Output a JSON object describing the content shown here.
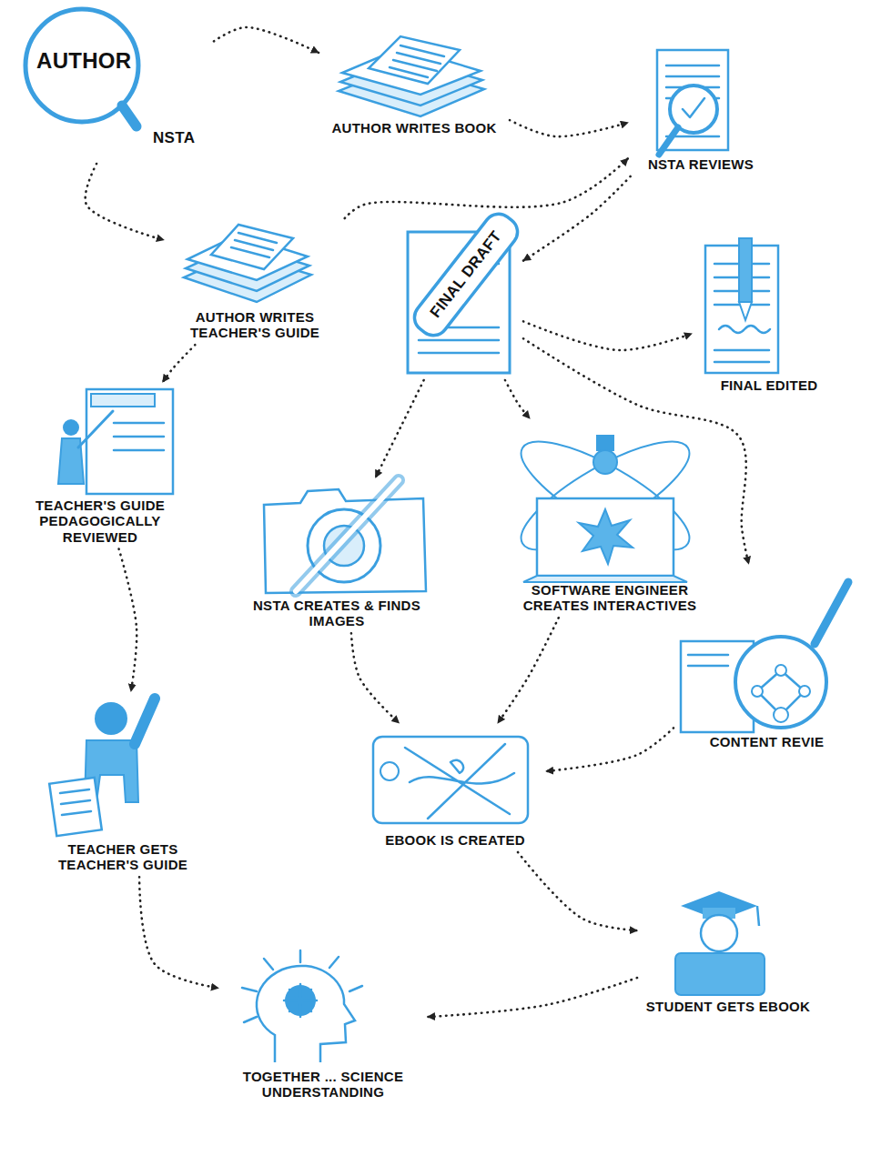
{
  "diagram": {
    "nodes": [
      {
        "text": [
          "AUTHOR",
          "NSTA"
        ]
      },
      {
        "text": [
          "AUTHOR WRITES BOOK"
        ]
      },
      {
        "text": [
          "NSTA REVIEWS"
        ]
      },
      {
        "text": [
          "AUTHOR WRITES TEACHER'S GUIDE"
        ]
      },
      {
        "text": [
          "FINAL DRAFT"
        ]
      },
      {
        "text": [
          "FINAL EDITED"
        ]
      },
      {
        "text": [
          "TEACHER'S GUIDE PEDAGOGICALLY REVIEWED"
        ]
      },
      {
        "text": [
          "NSTA CREATES & FINDS IMAGES"
        ]
      },
      {
        "text": [
          "SOFTWARE ENGINEER CREATES INTERACTIVES"
        ]
      },
      {
        "text": [
          "CONTENT REVIE"
        ]
      },
      {
        "text": [
          "TEACHER GETS TEACHER'S GUIDE"
        ]
      },
      {
        "text": [
          "EBOOK IS CREATED"
        ]
      },
      {
        "text": [
          "STUDENT GETS EBOOK"
        ]
      },
      {
        "text": [
          "TOGETHER ... SCIENCE UNDERSTANDING"
        ]
      }
    ],
    "edges": [
      {
        "from": 0,
        "to": 1,
        "arrow": "to"
      },
      {
        "from": 0,
        "to": 3,
        "arrow": "to"
      },
      {
        "from": 1,
        "to": 2,
        "arrow": "to"
      },
      {
        "from": 3,
        "to": 2,
        "arrow": "to"
      },
      {
        "from": 2,
        "to": 4,
        "arrow": "to"
      },
      {
        "from": 4,
        "to": 5,
        "arrow": "to"
      },
      {
        "from": 4,
        "to": 7,
        "arrow": "to"
      },
      {
        "from": 4,
        "to": 8,
        "arrow": "to"
      },
      {
        "from": 4,
        "to": 9,
        "arrow": "to"
      },
      {
        "from": 3,
        "to": 6,
        "arrow": "to"
      },
      {
        "from": 6,
        "to": 10,
        "arrow": "to"
      },
      {
        "from": 7,
        "to": 11,
        "arrow": "to"
      },
      {
        "from": 8,
        "to": 11,
        "arrow": "to"
      },
      {
        "from": 9,
        "to": 11,
        "arrow": "to"
      },
      {
        "from": 11,
        "to": 12,
        "arrow": "to"
      },
      {
        "from": 10,
        "to": 13,
        "arrow": "to"
      },
      {
        "from": 12,
        "to": 13,
        "arrow": "to"
      }
    ]
  }
}
